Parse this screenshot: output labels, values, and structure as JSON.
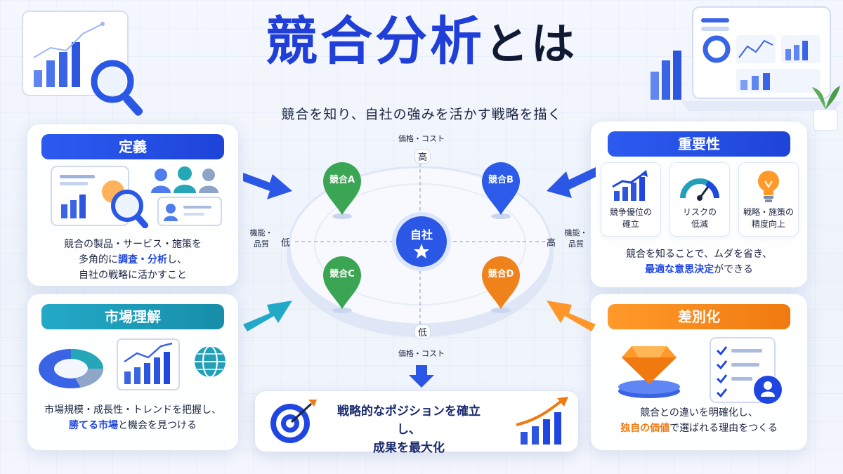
{
  "title": {
    "main": "競合分析",
    "suffix": "とは"
  },
  "subtitle": "競合を知り、自社の強みを活かす戦略を描く",
  "cards": {
    "definition": {
      "label": "定義",
      "line1": "競合の製品・サービス・施策を",
      "line2_pre": "多角的に",
      "line2_hl": "調査・分析",
      "line2_post": "し、",
      "line3": "自社の戦略に活かすこと"
    },
    "market": {
      "label": "市場理解",
      "line1": "市場規模・成長性・トレンドを把握し、",
      "line2_hl": "勝てる市場",
      "line2_post": "と機会を見つける"
    },
    "importance": {
      "label": "重要性",
      "items": [
        {
          "line1": "競争優位の",
          "line2": "確立",
          "icon": "growth-chart-icon"
        },
        {
          "line1": "リスクの",
          "line2": "低減",
          "icon": "gauge-icon"
        },
        {
          "line1": "戦略・施策の",
          "line2": "精度向上",
          "icon": "lightbulb-icon"
        }
      ],
      "line1": "競合を知ることで、ムダを省き、",
      "line2_hl": "最適な意思決定",
      "line2_post": "ができる"
    },
    "differentiation": {
      "label": "差別化",
      "line1": "競合との違いを明確化し、",
      "line2_hl": "独自の価値",
      "line2_post": "で選ばれる理由をつくる"
    }
  },
  "positioning_map": {
    "top_axis": "価格・コスト",
    "top_value": "高",
    "bottom_axis": "価格・コスト",
    "bottom_value": "低",
    "left_axis_l1": "機能・",
    "left_axis_l2": "品質",
    "left_value": "低",
    "right_axis_l1": "機能・",
    "right_axis_l2": "品質",
    "right_value": "高",
    "center": "自社",
    "pins": [
      {
        "name": "競合A",
        "color": "#3aa553"
      },
      {
        "name": "競合B",
        "color": "#2b5be8"
      },
      {
        "name": "競合C",
        "color": "#3aa553"
      },
      {
        "name": "競合D",
        "color": "#f0821c"
      }
    ]
  },
  "conclusion": {
    "line1": "戦略的なポジションを確立し、",
    "line2": "成果を最大化"
  },
  "colors": {
    "accent_blue": "#1f3fd8",
    "teal": "#1b9fbd",
    "orange": "#f07a10",
    "green": "#3aa553"
  }
}
